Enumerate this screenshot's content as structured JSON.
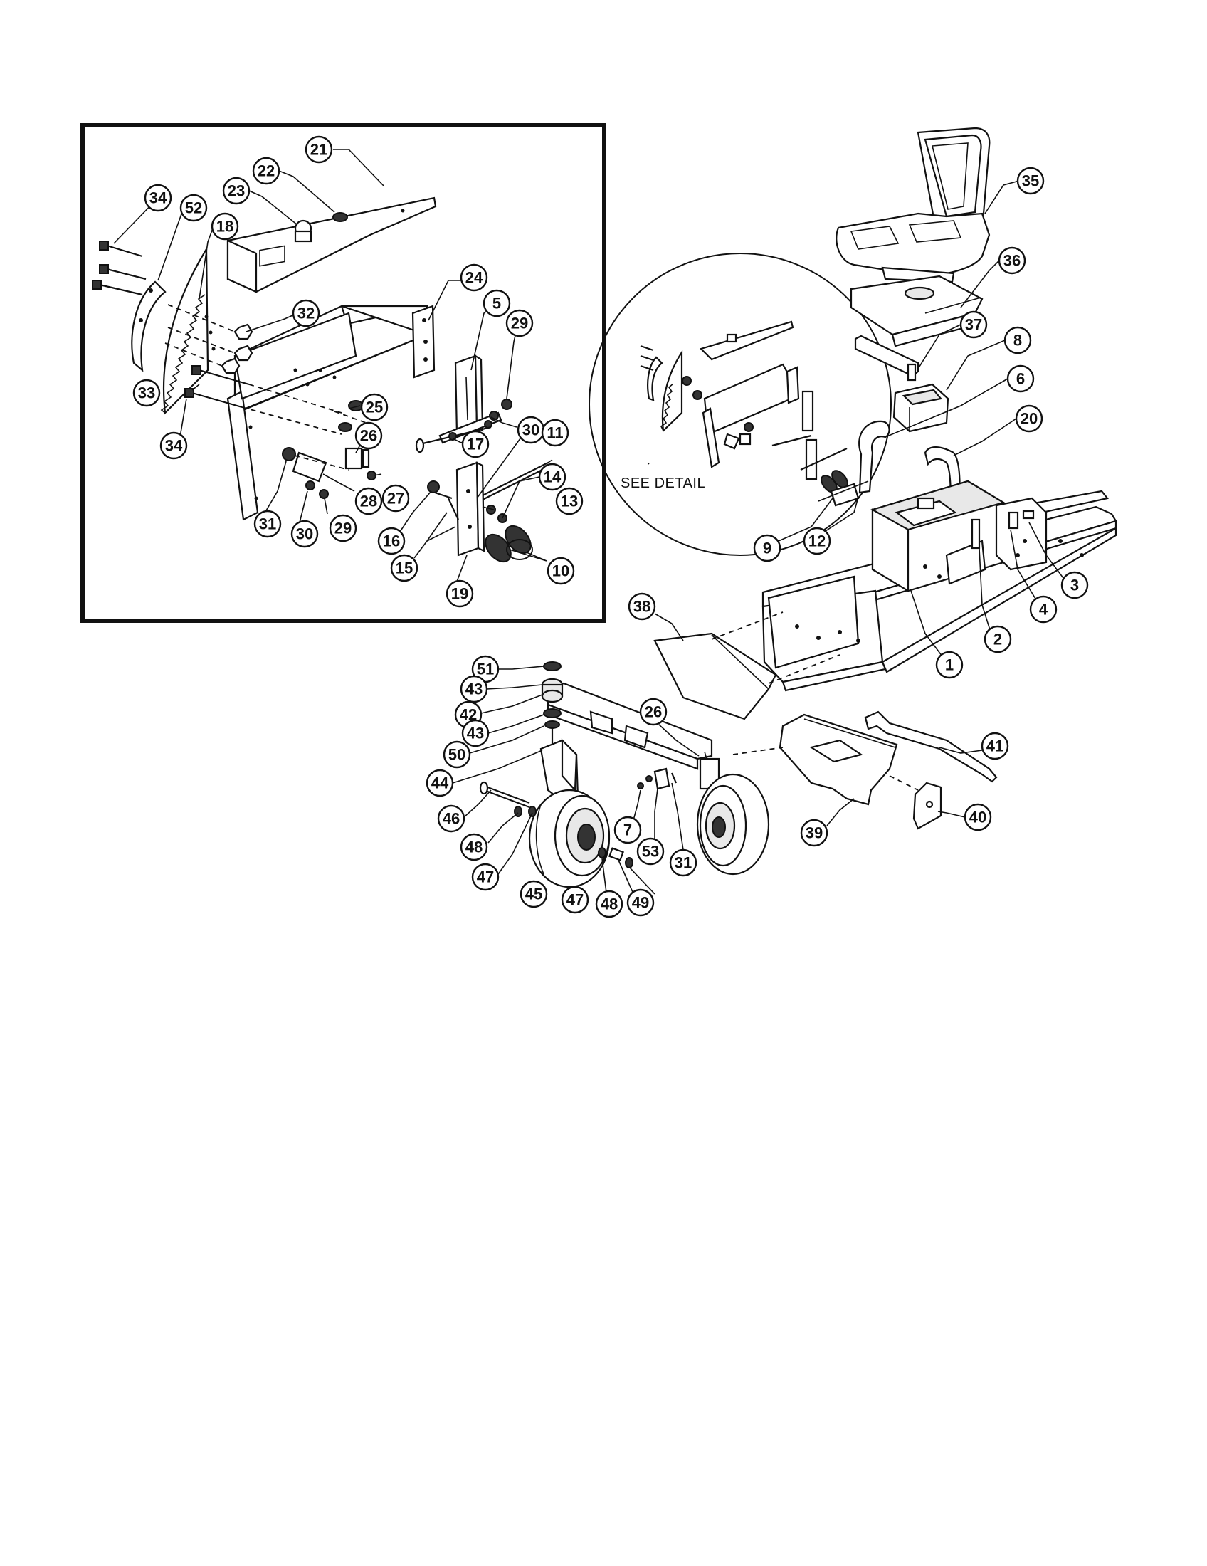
{
  "detail_note": "SEE DETAIL",
  "callouts": {
    "c1": "1",
    "c2": "2",
    "c3": "3",
    "c4": "4",
    "c5": "5",
    "c6": "6",
    "c7": "7",
    "c8": "8",
    "c9": "9",
    "c10": "10",
    "c11": "11",
    "c12": "12",
    "c13": "13",
    "c14": "14",
    "c15": "15",
    "c16": "16",
    "c17": "17",
    "c18": "18",
    "c19": "19",
    "c20": "20",
    "c21": "21",
    "c22": "22",
    "c23": "23",
    "c24": "24",
    "c25": "25",
    "c26a": "26",
    "c26b": "26",
    "c27": "27",
    "c28": "28",
    "c29a": "29",
    "c29b": "29",
    "c30a": "30",
    "c30b": "30",
    "c31a": "31",
    "c31b": "31",
    "c32": "32",
    "c33": "33",
    "c34a": "34",
    "c34b": "34",
    "c35": "35",
    "c36": "36",
    "c37": "37",
    "c38": "38",
    "c39": "39",
    "c40": "40",
    "c41": "41",
    "c42": "42",
    "c43a": "43",
    "c43b": "43",
    "c44": "44",
    "c45": "45",
    "c46": "46",
    "c47a": "47",
    "c47b": "47",
    "c48a": "48",
    "c48b": "48",
    "c49": "49",
    "c50": "50",
    "c51": "51",
    "c52": "52",
    "c53": "53"
  }
}
